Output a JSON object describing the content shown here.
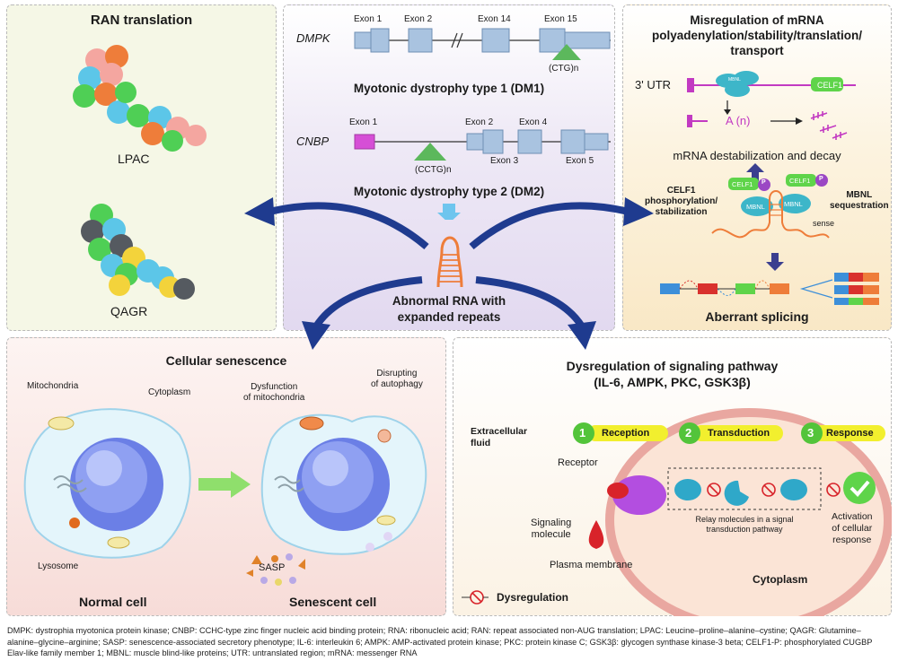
{
  "ran": {
    "title": "RAN translation",
    "lpac": "LPAC",
    "qagr": "QAGR"
  },
  "dm": {
    "dmpk_gene": "DMPK",
    "dmpk_exon1": "Exon 1",
    "dmpk_exon2": "Exon 2",
    "dmpk_exon14": "Exon 14",
    "dmpk_exon15": "Exon 15",
    "dmpk_repeat": "(CTG)n",
    "dm1_title": "Myotonic dystrophy type 1 (DM1)",
    "cnbp_gene": "CNBP",
    "cnbp_exon1": "Exon 1",
    "cnbp_exon2": "Exon 2",
    "cnbp_exon3": "Exon 3",
    "cnbp_exon4": "Exon 4",
    "cnbp_exon5": "Exon 5",
    "cnbp_repeat": "(CCTG)n",
    "dm2_title": "Myotonic dystrophy type 2 (DM2)",
    "abnormal_rna_line1": "Abnormal RNA with",
    "abnormal_rna_line2": "expanded repeats"
  },
  "mrna": {
    "title_line1": "Misregulation of mRNA",
    "title_line2": "polyadenylation/stability/translation/",
    "title_line3": "transport",
    "utr": "3' UTR",
    "mbnl": "MBNL",
    "celf1": "CELF1",
    "polya": "A (n)",
    "destab": "mRNA destabilization and decay",
    "celf1_phos_line1": "CELF1",
    "celf1_phos_line2": "phosphorylation/",
    "celf1_phos_line3": "stabilization",
    "mbnl_seq_line1": "MBNL",
    "mbnl_seq_line2": "sequestration",
    "p": "P",
    "sense": "sense",
    "aberrant": "Aberrant splicing"
  },
  "sen": {
    "title": "Cellular senescence",
    "mito": "Mitochondria",
    "cyto": "Cytoplasm",
    "dysfunc_line1": "Dysfunction",
    "dysfunc_line2": "of mitochondria",
    "autoph_line1": "Disrupting",
    "autoph_line2": "of autophagy",
    "lysosome": "Lysosome",
    "sasp": "SASP",
    "normal": "Normal cell",
    "senescent": "Senescent cell"
  },
  "sig": {
    "title_line1": "Dysregulation of signaling pathway",
    "title_line2": "(IL-6, AMPK, PKC, GSK3β)",
    "extracellular_line1": "Extracellular",
    "extracellular_line2": "fluid",
    "step1_num": "1",
    "step1": "Reception",
    "step2_num": "2",
    "step2": "Transduction",
    "step3_num": "3",
    "step3": "Response",
    "receptor": "Receptor",
    "signal_line1": "Signaling",
    "signal_line2": "molecule",
    "relay_line1": "Relay molecules in a signal",
    "relay_line2": "transduction pathway",
    "activation_line1": "Activation",
    "activation_line2": "of cellular",
    "activation_line3": "response",
    "membrane": "Plasma membrane",
    "cytoplasm": "Cytoplasm",
    "legend": "Dysregulation"
  },
  "footer": "DMPK: dystrophia myotonica protein kinase; CNBP: CCHC-type zinc finger nucleic acid binding protein; RNA: ribonucleic acid; RAN: repeat associated non-AUG translation; LPAC: Leucine–proline–alanine–cystine; QAGR: Glutamine–alanine–glycine–arginine; SASP: senescence-associated secretory phenotype; IL-6: interleukin 6; AMPK: AMP-activated protein kinase; PKC: protein kinase C; GSK3β: glycogen synthase kinase-3 beta; CELF1-P: phosphorylated CUGBP Elav-like family member 1; MBNL: muscle blind-like proteins; UTR: untranslated region; mRNA: messenger RNA",
  "colors": {
    "ran_bg": "#f5f7e6",
    "dm_bg": "#e7e1f3",
    "mrna_bg": "#fbf1d9",
    "sen_bg": "#f9e3e1",
    "sig_bg": "#fbf3e6",
    "arrow": "#1f3b8f",
    "exon": "#a9c3e0",
    "repeat": "#5cb85c"
  }
}
